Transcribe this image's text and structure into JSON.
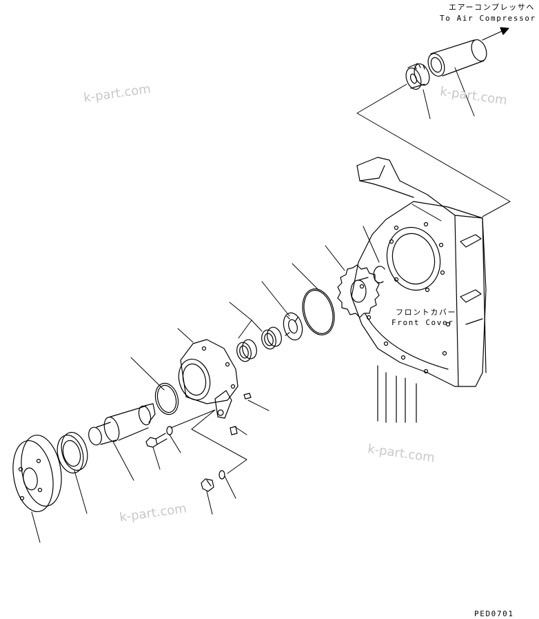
{
  "labels": {
    "air_compressor_jp": "エアーコンプレッサヘ",
    "air_compressor_en": "To Air Compressor",
    "front_cover_jp": "フロントカバー",
    "front_cover_en": "Front Cover",
    "drawing_code": "PED0701"
  },
  "watermark": "k-part.com",
  "colors": {
    "ink": "#000000",
    "watermark": "#c8c8c8"
  }
}
